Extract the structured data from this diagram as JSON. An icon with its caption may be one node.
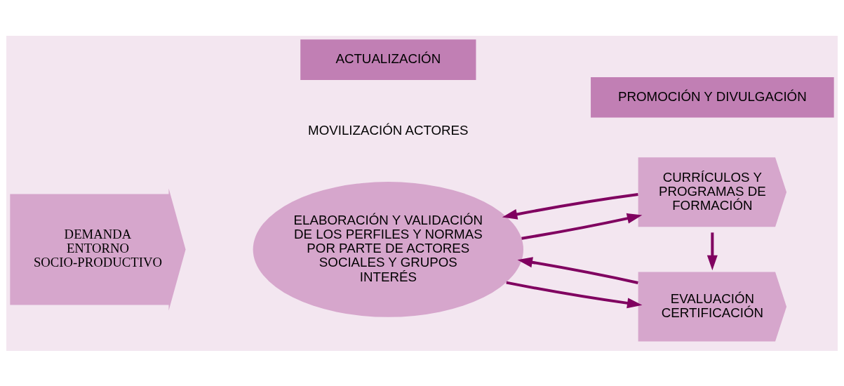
{
  "diagram": {
    "nodes": [
      {
        "text": [
          "DEMANDA ENTORNO SOCIO-PRODUCTIVO"
        ]
      },
      {
        "text": [
          "ELABORACIÓN Y VALIDACIÓN DE LOS PERFILES Y NORMAS POR PARTE DE ACTORES SOCIALES Y GRUPOS INTERÉS"
        ],
        "beside": [
          "MOVILIZACIÓN ACTORES"
        ]
      },
      {
        "text": [
          "PROMOCIÓN Y DIVULGACIÓN"
        ]
      },
      {
        "text": [
          "CURRÍCULOS Y PROGRAMAS DE FORMACIÓN"
        ]
      },
      {
        "text": [
          "EVALUACIÓN CERTIFICACIÓN"
        ]
      },
      {
        "text": [
          "ACTUALIZACIÓN"
        ]
      }
    ],
    "edges": [
      {
        "from": 1,
        "to": 3,
        "arrow": "to"
      },
      {
        "from": 1,
        "to": 4,
        "arrow": "to"
      },
      {
        "from": 3,
        "to": 4,
        "arrow": "to"
      },
      {
        "from": 3,
        "to": 1,
        "arrow": "to"
      },
      {
        "from": 4,
        "to": 1,
        "arrow": "to"
      }
    ]
  }
}
